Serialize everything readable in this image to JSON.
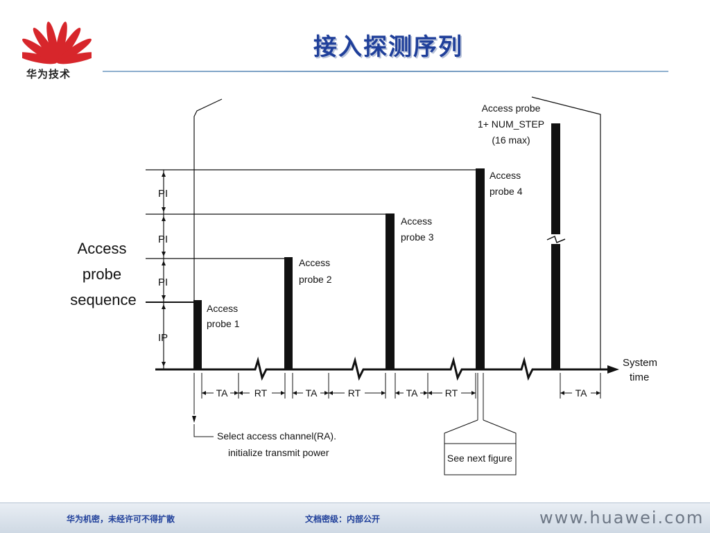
{
  "header": {
    "logo_text": "华为技术",
    "title": "接入探测序列"
  },
  "diagram": {
    "y_label": [
      "Access",
      "probe",
      "sequence"
    ],
    "axis_label": [
      "System",
      "time"
    ],
    "probes": [
      {
        "label": [
          "Access",
          "probe 1"
        ]
      },
      {
        "label": [
          "Access",
          "probe 2"
        ]
      },
      {
        "label": [
          "Access",
          "probe 3"
        ]
      },
      {
        "label": [
          "Access",
          "probe 4"
        ]
      },
      {
        "label": [
          "Access probe",
          "1+ NUM_STEP",
          "(16 max)"
        ]
      }
    ],
    "power_segments": [
      "IP",
      "PI",
      "PI",
      "PI"
    ],
    "intervals": [
      "TA",
      "RT",
      "TA",
      "RT",
      "TA",
      "RT",
      "TA"
    ],
    "select_note": [
      "Select access channel(RA).",
      "initialize transmit power"
    ],
    "see_next": "See next figure"
  },
  "footer": {
    "left": "华为机密，未经许可不得扩散",
    "middle": "文档密级：内部公开",
    "right": "www.huawei.com"
  },
  "colors": {
    "title": "#1f3f9a",
    "logo_red": "#d7262b",
    "rule": "#6d95bd"
  }
}
